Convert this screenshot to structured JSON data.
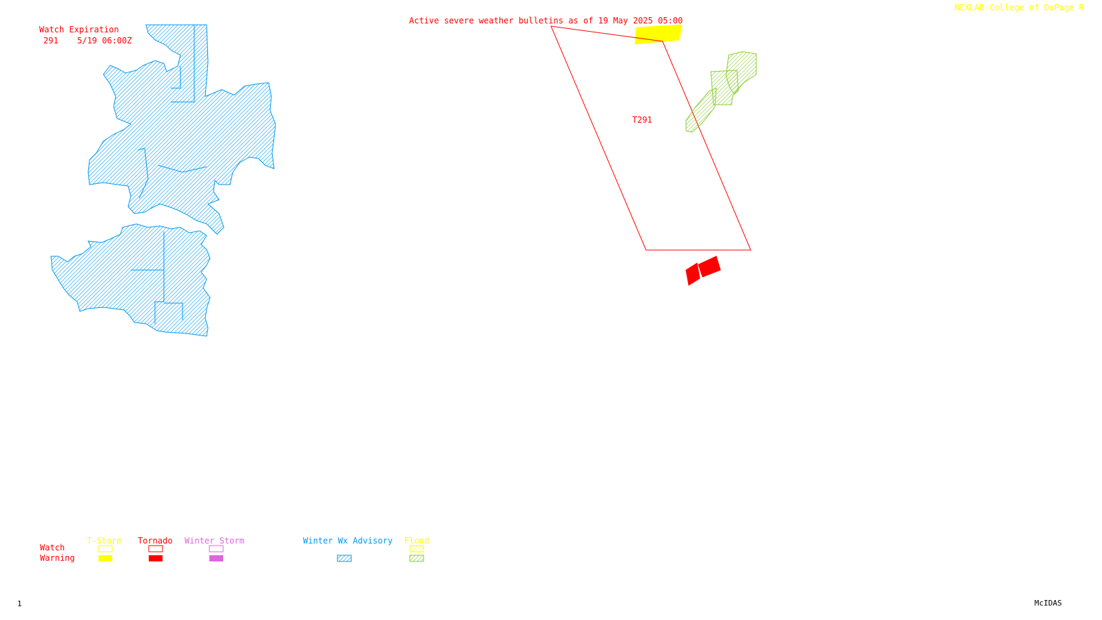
{
  "header": {
    "title": "Active severe weather bulletins as of 19 May 2025 05:00",
    "credit": "NEXLAB-College of DuPage R"
  },
  "watch_expiration": {
    "heading": "Watch Expiration",
    "number": "291",
    "time": "5/19 06:00Z"
  },
  "map": {
    "watch_label": "T291"
  },
  "legend": {
    "row_watch": "Watch",
    "row_warning": "Warning",
    "tstorm": "T-Storm",
    "tornado": "Tornado",
    "winter_storm": "Winter Storm",
    "winter_wx_advisory": "Winter Wx Advisory",
    "flood": "Flood"
  },
  "footer": {
    "frame_number": "1",
    "software": "McIDAS"
  },
  "colors": {
    "tstorm": "#ffff00",
    "tornado": "#ff0000",
    "winter_storm": "#dd66dd",
    "winter_wx_advisory": "#0099ee",
    "flood": "#88cc33"
  }
}
